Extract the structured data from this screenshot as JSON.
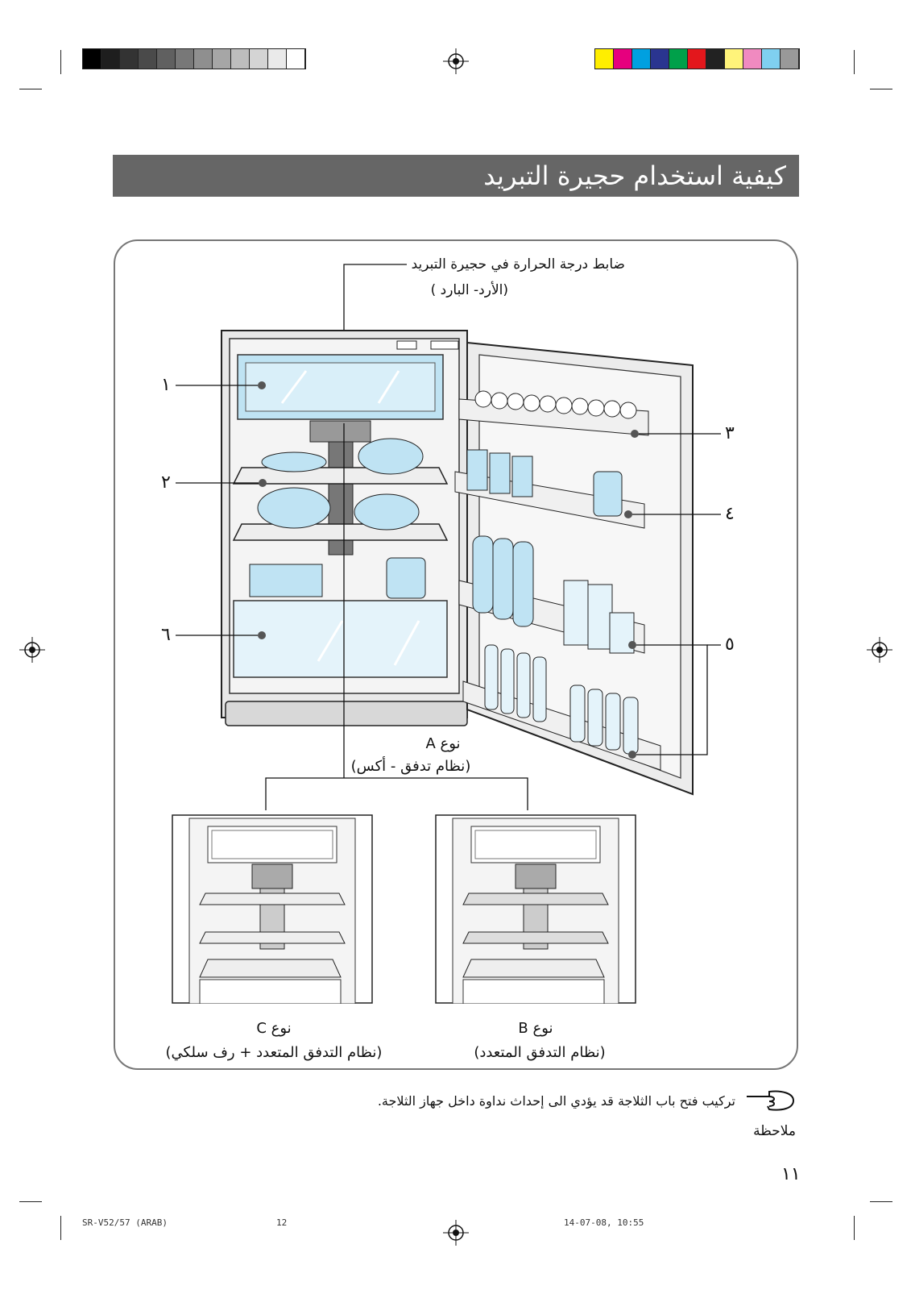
{
  "page_title": "كيفية استخدام حجيرة التبريد",
  "temperature_control": {
    "label": "ضابط درجة الحرارة في حجيرة التبريد",
    "sub": "(الأرد- البارد )"
  },
  "callout_numbers": [
    "١",
    "٢",
    "٣",
    "٤",
    "٥",
    "٦"
  ],
  "types": {
    "A": {
      "title": "نوع A",
      "desc": "(نظام تدفق - أكس)"
    },
    "B": {
      "title": "نوع B",
      "desc": "(نظام التدفق المتعدد)"
    },
    "C": {
      "title": "نوع C",
      "desc": "(نظام التدفق المتعدد + رف سلكي)"
    }
  },
  "note": {
    "text": "تركيب فتح باب الثلاجة قد يؤدي الى إحداث نداوة داخل جهاز الثلاجة.",
    "label": "ملاحظة",
    "icon": "pointing-hand-icon"
  },
  "page_number": "١١",
  "footer": {
    "model": "SR-V52/57 (ARAB)",
    "page": "12",
    "timestamp": "14-07-08, 10:55"
  },
  "colors": {
    "gray_bar": [
      "#000000",
      "#1e1e1e",
      "#333333",
      "#4a4a4a",
      "#606060",
      "#787878",
      "#8f8f8f",
      "#a6a6a6",
      "#bdbdbd",
      "#d4d4d4",
      "#eaeaea",
      "#ffffff"
    ],
    "color_bar": [
      "#ffee00",
      "#e6007e",
      "#00a0e0",
      "#2a3590",
      "#00a04a",
      "#e3171c",
      "#222222",
      "#fff37a",
      "#f08ac0",
      "#7fd0f0",
      "#999999"
    ],
    "fridge_blue": "#bfe3f3",
    "title_bg": "#666666"
  }
}
